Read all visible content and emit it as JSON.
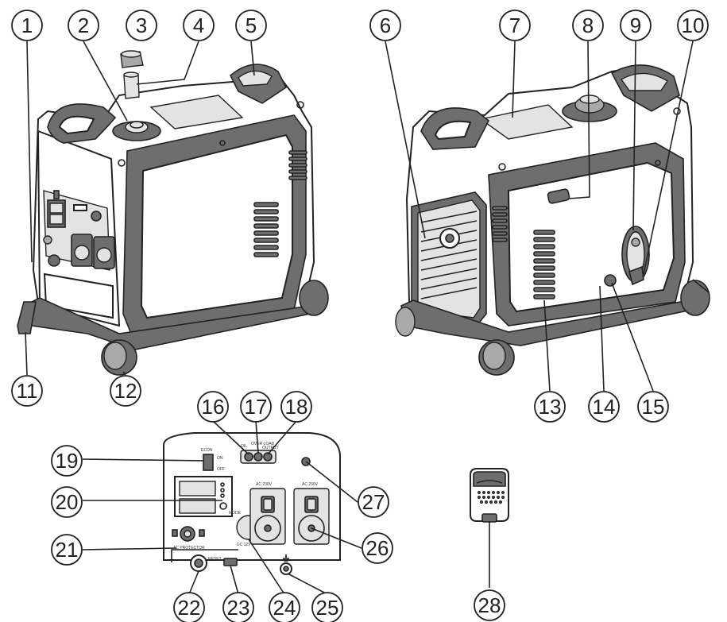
{
  "callouts": [
    {
      "id": 1,
      "label": "1"
    },
    {
      "id": 2,
      "label": "2"
    },
    {
      "id": 3,
      "label": "3"
    },
    {
      "id": 4,
      "label": "4"
    },
    {
      "id": 5,
      "label": "5"
    },
    {
      "id": 6,
      "label": "6"
    },
    {
      "id": 7,
      "label": "7"
    },
    {
      "id": 8,
      "label": "8"
    },
    {
      "id": 9,
      "label": "9"
    },
    {
      "id": 10,
      "label": "10"
    },
    {
      "id": 11,
      "label": "11"
    },
    {
      "id": 12,
      "label": "12"
    },
    {
      "id": 13,
      "label": "13"
    },
    {
      "id": 14,
      "label": "14"
    },
    {
      "id": 15,
      "label": "15"
    },
    {
      "id": 16,
      "label": "16"
    },
    {
      "id": 17,
      "label": "17"
    },
    {
      "id": 18,
      "label": "18"
    },
    {
      "id": 19,
      "label": "19"
    },
    {
      "id": 20,
      "label": "20"
    },
    {
      "id": 21,
      "label": "21"
    },
    {
      "id": 22,
      "label": "22"
    },
    {
      "id": 23,
      "label": "23"
    },
    {
      "id": 24,
      "label": "24"
    },
    {
      "id": 25,
      "label": "25"
    },
    {
      "id": 26,
      "label": "26"
    },
    {
      "id": 27,
      "label": "27"
    },
    {
      "id": 28,
      "label": "28"
    }
  ],
  "panel_labels": {
    "eco": "ECON",
    "on": "ON",
    "off": "OFF",
    "oil": "OIL",
    "over_load": "OVER LOAD",
    "output": "OUTPUT",
    "ac_socket_1": "AC 230V",
    "ac_socket_2": "AC 230V",
    "dc_out": "DC 12V",
    "ac_protector": "AC PROTECTOR",
    "reset": "RESET",
    "mode": "MODE"
  }
}
